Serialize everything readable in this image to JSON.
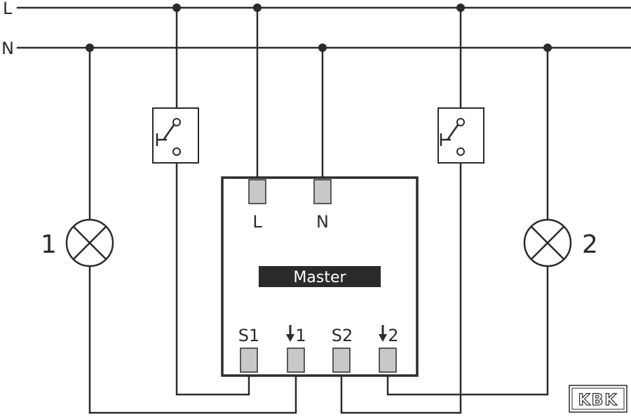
{
  "lines": {
    "live": "L",
    "neutral": "N"
  },
  "lamps": [
    {
      "label": "1"
    },
    {
      "label": "2"
    }
  ],
  "module": {
    "title": "Master",
    "top_terminals": [
      {
        "label": "L"
      },
      {
        "label": "N"
      }
    ],
    "bottom_terminals": [
      {
        "label": "S1"
      },
      {
        "label": "1",
        "arrow": true
      },
      {
        "label": "S2"
      },
      {
        "label": "2",
        "arrow": true
      }
    ]
  },
  "logo": "KBK",
  "colors": {
    "wire": "#2b2b2b",
    "terminal_fill": "#c8c8c8",
    "title_bg": "#2a2a2a",
    "title_fg": "#ffffff"
  }
}
